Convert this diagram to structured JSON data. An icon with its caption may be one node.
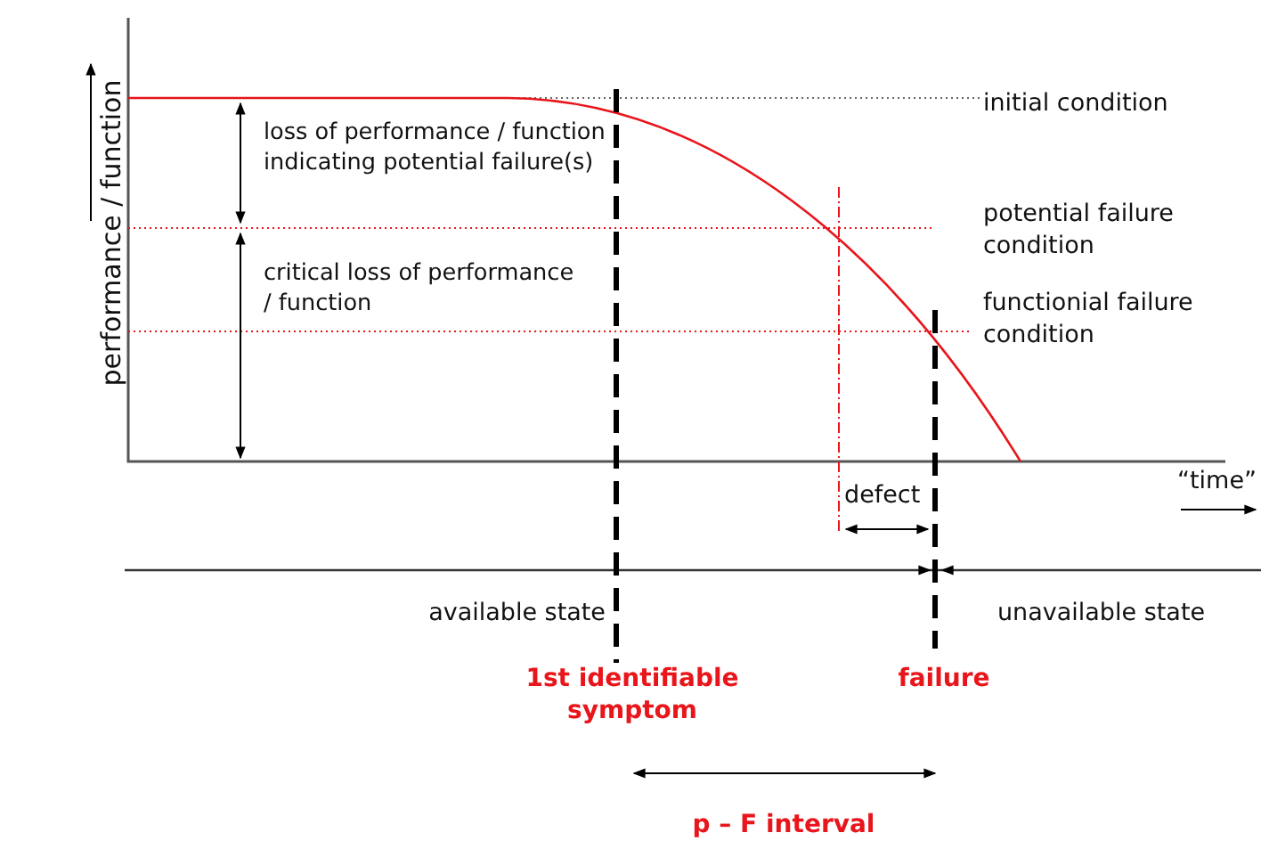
{
  "diagram": {
    "labels": [
      "performance / function",
      "loss of performance / function indicating potential failure(s)",
      "initial condition",
      "potential failure condition",
      "critical loss of performance / function",
      "functionial failure condition",
      "defect",
      "“time”",
      "available state",
      "unavailable state",
      "1st identifiable symptom",
      "failure",
      "p – F interval"
    ]
  }
}
